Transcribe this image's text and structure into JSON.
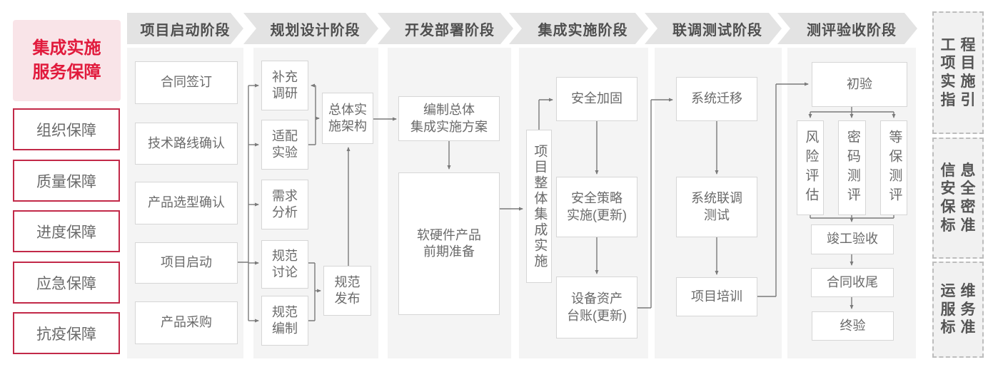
{
  "colors": {
    "accent_red_text": "#e11a3c",
    "red_border": "#c22948",
    "pink_bg": "#f9e4e8",
    "phase_band_bg": "#e3e3e3",
    "column_bg": "#f4f4f4",
    "box_border": "#d6d6d6",
    "connector": "#7a7a7a"
  },
  "sidebar": {
    "title": "集成实施\n服务保障",
    "items": [
      "组织保障",
      "质量保障",
      "进度保障",
      "应急保障",
      "抗疫保障"
    ]
  },
  "phases": [
    "项目启动阶段",
    "规划设计阶段",
    "开发部署阶段",
    "集成实施阶段",
    "联调测试阶段",
    "测评验收阶段"
  ],
  "flow": {
    "col1": [
      "合同签订",
      "技术路线确认",
      "产品选型确认",
      "项目启动",
      "产品采购"
    ],
    "col2": {
      "inputs": [
        "补充\n调研",
        "适配\n实验",
        "需求\n分析",
        "规范\n讨论",
        "规范\n编制"
      ],
      "architecture": "总体实\n施架构",
      "release": "规范\n发布"
    },
    "col3": {
      "plan": "编制总体\n集成实施方案",
      "preparation": "软硬件产品\n前期准备"
    },
    "col4": {
      "overall": "项目整体集成实施",
      "hardening": "安全加固",
      "policy": "安全策略\n实施(更新)",
      "ledger": "设备资产\n台账(更新)"
    },
    "col5": {
      "migration": "系统迁移",
      "joint_test": "系统联调\n测试",
      "training": "项目培训"
    },
    "col6": {
      "initial": "初验",
      "risk": "风险评估",
      "crypto": "密码测评",
      "mlps": "等保测评",
      "completion": "竣工验收",
      "closure": "合同收尾",
      "final": "终验"
    }
  },
  "right_panel": [
    "工程\n项目\n实施\n指引",
    "信息\n安全\n保密\n标准",
    "运维\n服务\n标准"
  ]
}
